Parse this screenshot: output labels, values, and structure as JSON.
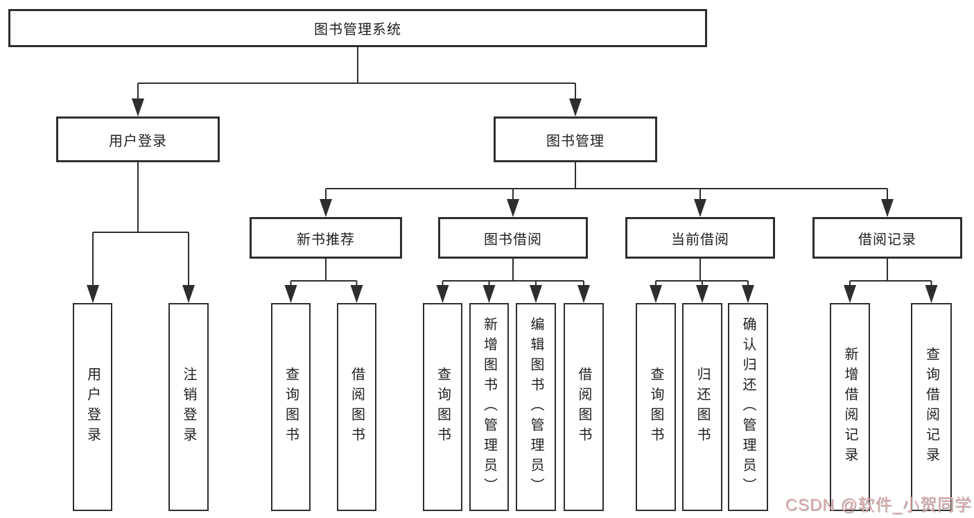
{
  "diagram": {
    "root": "图书管理系统",
    "level2": {
      "user_login": "用户登录",
      "book_management": "图书管理"
    },
    "level3": {
      "new_book_recommend": "新书推荐",
      "book_borrow": "图书借阅",
      "current_borrow": "当前借阅",
      "borrow_records": "借阅记录"
    },
    "leaves": {
      "user_login": "用户登录",
      "logout": "注销登录",
      "nb_query": "查询图书",
      "nb_borrow": "借阅图书",
      "bb_query": "查询图书",
      "bb_add": "新增图书（管理员）",
      "bb_edit": "编辑图书（管理员）",
      "bb_borrow": "借阅图书",
      "cb_query": "查询图书",
      "cb_return": "归还图书",
      "cb_confirm": "确认归还（管理员）",
      "br_add": "新增借阅记录",
      "br_query": "查询借阅记录"
    }
  },
  "watermark": {
    "text": "CSDN @软件_小贺同学"
  },
  "colors": {
    "line": "#2e2e2e",
    "box_border": "#2e2e2e",
    "text": "#1f1f1f",
    "background": "#ffffff",
    "watermark": "#dcaaaa"
  }
}
